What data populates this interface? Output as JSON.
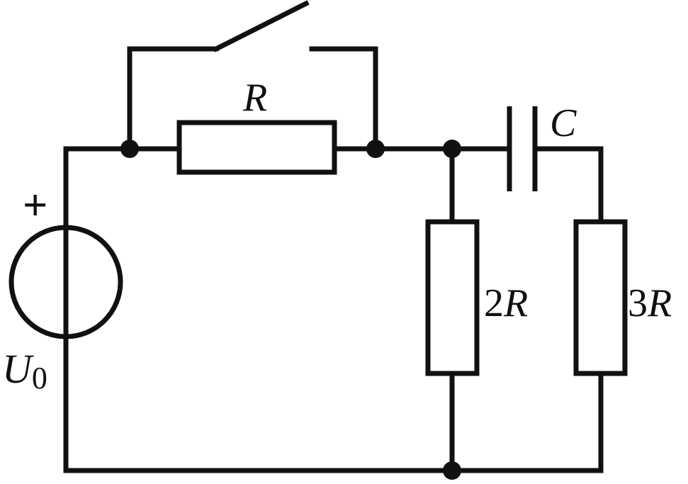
{
  "labels": {
    "resistor_top": {
      "symbol": "R"
    },
    "capacitor": {
      "symbol": "C"
    },
    "resistor_mid": {
      "coef": "2",
      "symbol": "R"
    },
    "resistor_right": {
      "coef": "3",
      "symbol": "R"
    },
    "source": {
      "symbol": "U",
      "subscript": "0",
      "polarity": "+"
    }
  },
  "colors": {
    "ink": "#111111",
    "background": "#ffffff"
  }
}
